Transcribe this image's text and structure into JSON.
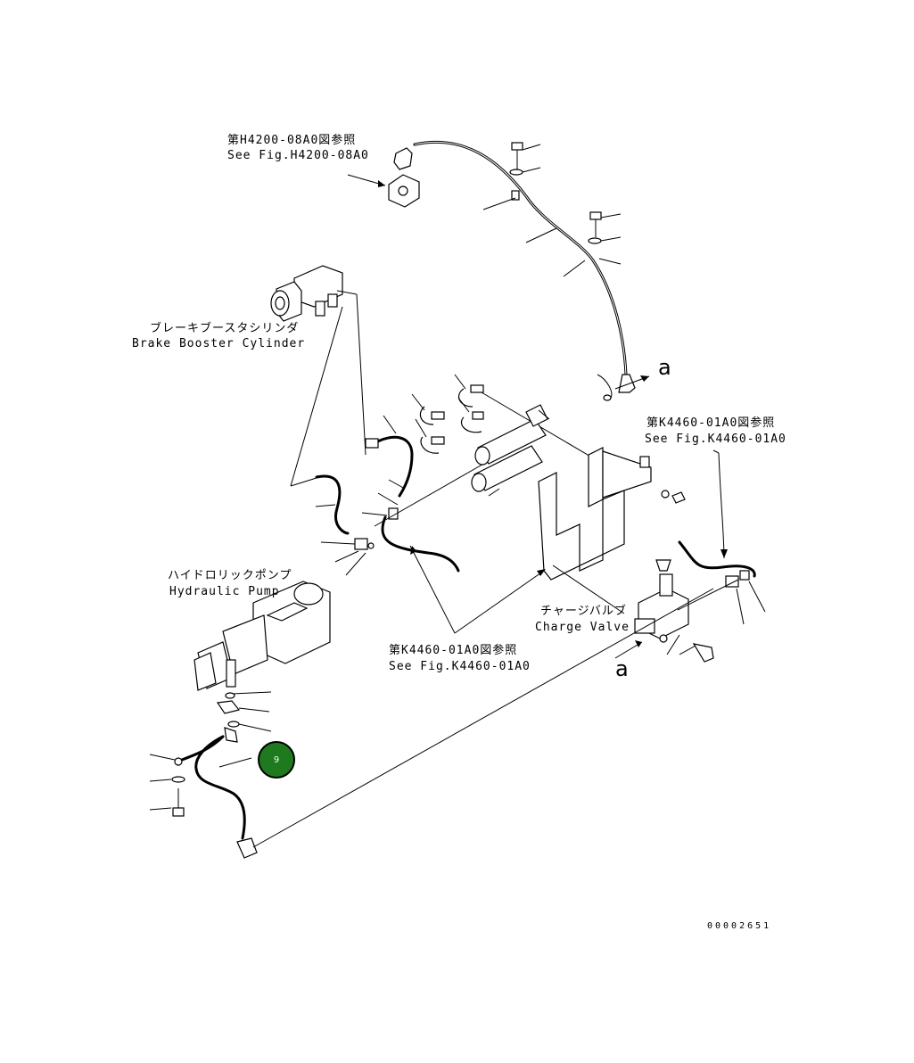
{
  "labels": {
    "ref_h4200_jp": "第H4200-08A0図参照",
    "ref_h4200_en": "See Fig.H4200-08A0",
    "brake_jp": "ブレーキブースタシリンダ",
    "brake_en": "Brake Booster Cylinder",
    "ref_k4460_top_jp": "第K4460-01A0図参照",
    "ref_k4460_top_en": "See Fig.K4460-01A0",
    "pump_jp": "ハイドロリックポンプ",
    "pump_en": "Hydraulic Pump",
    "charge_jp": "チャージバルブ",
    "charge_en": "Charge Valve",
    "ref_k4460_mid_jp": "第K4460-01A0図参照",
    "ref_k4460_mid_en": "See Fig.K4460-01A0",
    "callout_a_top": "a",
    "callout_a_bottom": "a",
    "drawing_code": "00002651"
  },
  "badge": {
    "text": "9",
    "color": "#1f7a1f"
  }
}
